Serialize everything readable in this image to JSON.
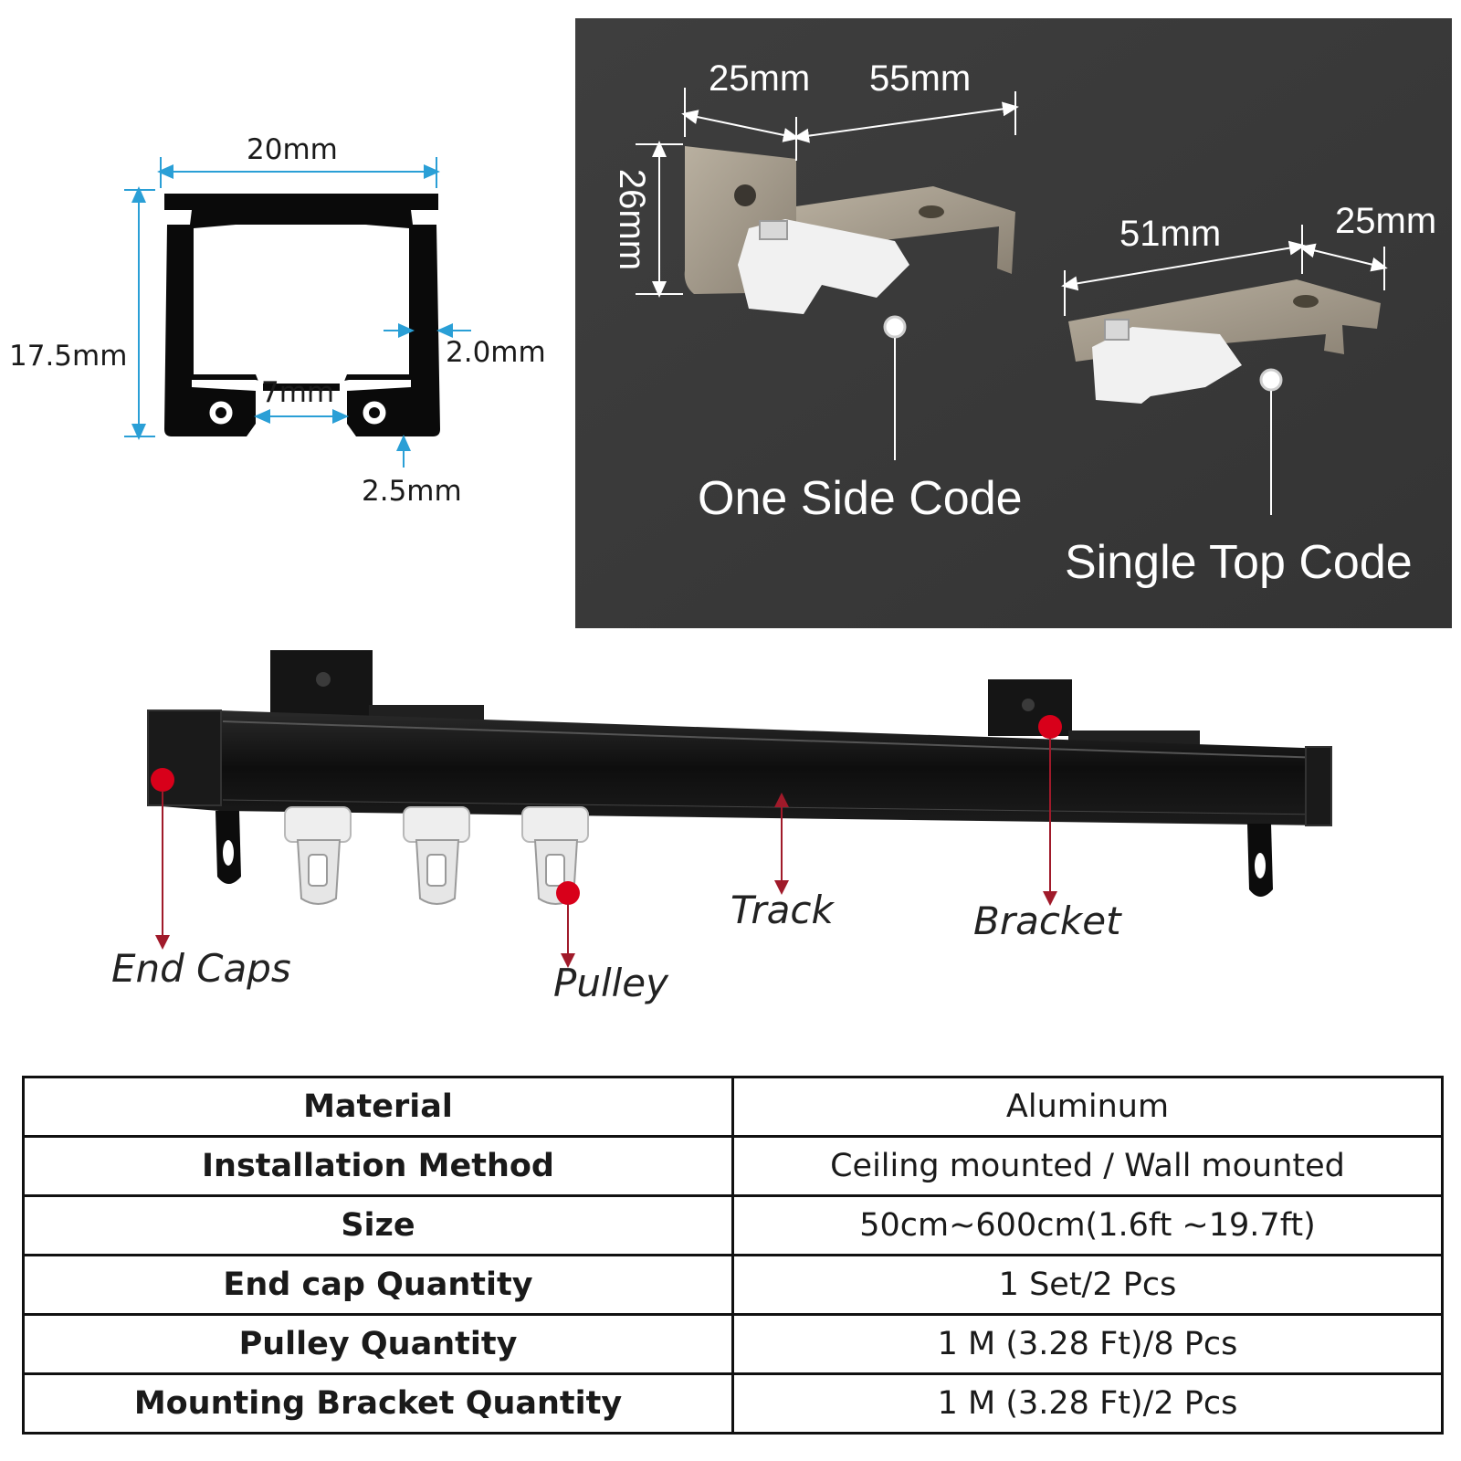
{
  "profile_dimensions": {
    "width": "20mm",
    "height": "17.5mm",
    "wall": "2.0mm",
    "opening": "7mm",
    "lip": "2.5mm"
  },
  "bracket_photo": {
    "one_side": {
      "dim_a": "25mm",
      "dim_b": "55mm",
      "height": "26mm",
      "label": "One Side Code"
    },
    "single_top": {
      "dim_a": "51mm",
      "dim_b": "25mm",
      "label": "Single Top Code"
    },
    "colors": {
      "background": "#3a3a3a",
      "metal": "#a59b8c",
      "plastic": "#f1f1f1"
    }
  },
  "track_diagram": {
    "labels": {
      "end_caps": "End Caps",
      "pulley": "Pulley",
      "track": "Track",
      "bracket": "Bracket"
    },
    "colors": {
      "track": "#111111",
      "marker": "#d8001a",
      "leader": "#a01a2a"
    }
  },
  "specs": [
    {
      "key": "Material",
      "value": "Aluminum"
    },
    {
      "key": "Installation Method",
      "value": "Ceiling mounted / Wall mounted"
    },
    {
      "key": "Size",
      "value": "50cm~600cm(1.6ft ~19.7ft)"
    },
    {
      "key": "End cap Quantity",
      "value": "1 Set/2 Pcs"
    },
    {
      "key": "Pulley Quantity",
      "value": "1 M (3.28 Ft)/8 Pcs"
    },
    {
      "key": "Mounting Bracket Quantity",
      "value": "1 M (3.28 Ft)/2 Pcs"
    }
  ]
}
